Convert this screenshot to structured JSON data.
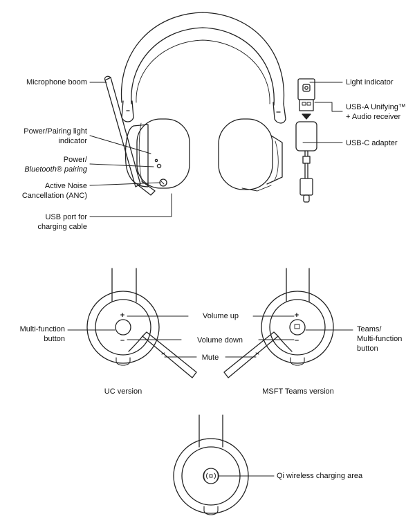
{
  "labels": {
    "microphone_boom": "Microphone boom",
    "power_pairing_light_1": "Power/Pairing light",
    "power_pairing_light_2": "indicator",
    "power_bt_1": "Power/",
    "power_bt_2": "Bluetooth® pairing",
    "anc_1": "Active Noise",
    "anc_2": "Cancellation (ANC)",
    "usb_port_1": "USB port for",
    "usb_port_2": "charging cable",
    "light_indicator": "Light indicator",
    "usb_a_1": "USB-A Unifying™",
    "usb_a_2": "+ Audio receiver",
    "usb_c_adapter": "USB-C adapter",
    "volume_up": "Volume up",
    "volume_down": "Volume down",
    "mute": "Mute",
    "multi_function_1": "Multi-function",
    "multi_function_2": "button",
    "teams_1": "Teams/",
    "teams_2": "Multi-function",
    "teams_3": "button",
    "uc_version": "UC version",
    "msft_version": "MSFT Teams version",
    "qi_charging": "Qi wireless charging area",
    "plus": "+",
    "minus": "–"
  }
}
